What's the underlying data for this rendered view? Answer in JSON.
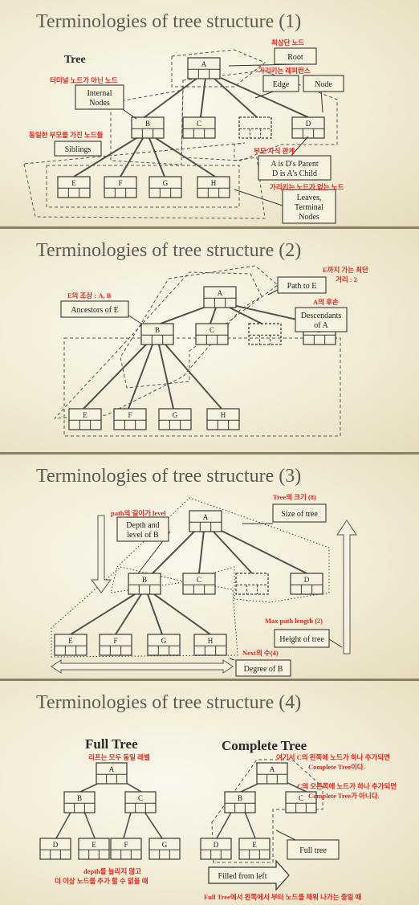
{
  "slides": [
    {
      "title": "Terminologies of tree structure (1)",
      "heading": "Tree",
      "nodes": [
        "A",
        "B",
        "C",
        "D",
        "E",
        "F",
        "G",
        "H"
      ],
      "callouts": {
        "root": "Root",
        "edge": "Edge",
        "node": "Node",
        "internal_1": "Internal",
        "internal_2": "Nodes",
        "siblings": "Siblings",
        "parent_1": "A is D's Parent",
        "parent_2": "D is A's Child",
        "leaves_1": "Leaves,",
        "leaves_2": "Terminal",
        "leaves_3": "Nodes"
      },
      "notes": {
        "top_node": "최상단 노드",
        "pointer_ref": "가리키는 레퍼런스",
        "non_terminal": "터미널 노드가 아닌 노드",
        "same_parent": "동일한 부모를 가진 노드들",
        "parent_child": "부모 자식 관계",
        "no_pointer": "가리키는 노드가 없는 노드"
      }
    },
    {
      "title": "Terminologies of tree structure (2)",
      "callouts": {
        "path": "Path to E",
        "ancestors": "Ancestors of E",
        "desc_1": "Descendants",
        "desc_2": "of A"
      },
      "notes": {
        "shortest_1": "E까지 가는 최단",
        "shortest_2": "거리 : 2",
        "ancestor": "E의 조상 : A, B",
        "descendant": "A의 후손"
      }
    },
    {
      "title": "Terminologies of tree structure (3)",
      "callouts": {
        "depth_1": "Depth and",
        "depth_2": "level of B",
        "size": "Size of tree",
        "height": "Height of tree",
        "degree": "Degree of B"
      },
      "notes": {
        "path_level": "path의 길이가 level",
        "tree_size": "Tree의 크기 (8)",
        "max_path": "Max path length (2)",
        "next_count": "Next의 수(4)"
      }
    },
    {
      "title": "Terminologies of tree structure (4)",
      "full_heading": "Full Tree",
      "complete_heading": "Complete Tree",
      "callouts": {
        "full_tree": "Full tree",
        "filled": "Filled from left"
      },
      "notes": {
        "leaf_same": "리프는 모두 동일 레벨",
        "depth_1": "depth를 늘리지 않고",
        "depth_2": "더 이상 노드를 추가 할 수 없을 때",
        "c_left_1": "여기서 C의 왼쪽에 노드가 하나 추가되면",
        "c_left_2": "Complete Tree이다.",
        "c_right_1": "C의 오른쪽에 노드가 하나 추가되면",
        "c_right_2": "Complete Tree가 아니다.",
        "full_fill": "Full Tree에서 왼쪽에서 부터 노드를 채워 나가는 중일 때"
      }
    }
  ]
}
